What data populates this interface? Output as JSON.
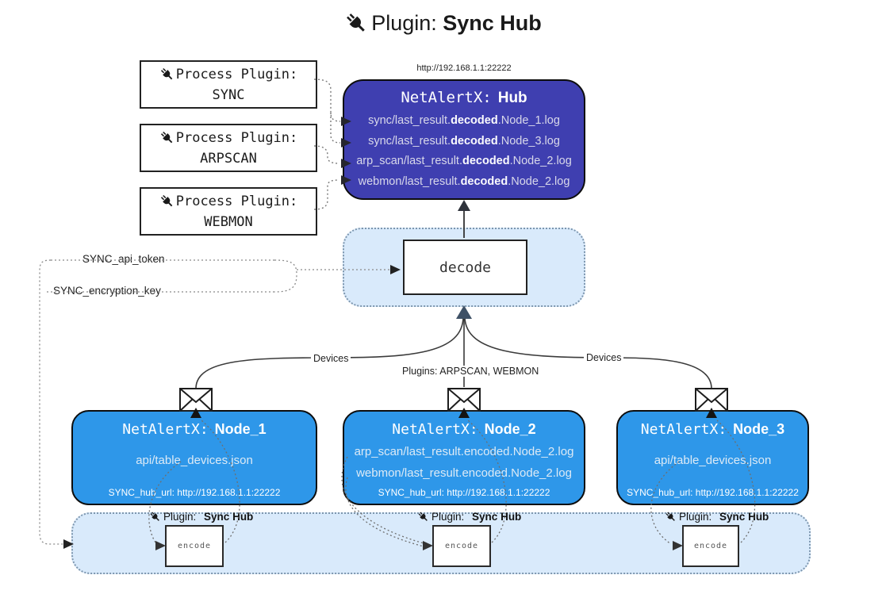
{
  "title": {
    "prefix": "Plugin:",
    "name": "Sync Hub"
  },
  "hub": {
    "url": "http://192.168.1.1:22222",
    "title_prefix": "NetAlertX:",
    "title_name": "Hub",
    "logs": [
      {
        "pre": "sync/last_result.",
        "bold": "decoded",
        "post": ".Node_1.log"
      },
      {
        "pre": "sync/last_result.",
        "bold": "decoded",
        "post": ".Node_3.log"
      },
      {
        "pre": "arp_scan/last_result.",
        "bold": "decoded",
        "post": ".Node_2.log"
      },
      {
        "pre": "webmon/last_result.",
        "bold": "decoded",
        "post": ".Node_2.log"
      }
    ]
  },
  "process_plugins": [
    {
      "label": "Process Plugin:",
      "name": "SYNC"
    },
    {
      "label": "Process Plugin:",
      "name": "ARPSCAN"
    },
    {
      "label": "Process Plugin:",
      "name": "WEBMON"
    }
  ],
  "decode": {
    "label": "decode"
  },
  "settings": {
    "api_token": "SYNC_api_token",
    "encryption_key": "SYNC_encryption_key"
  },
  "edge_labels": {
    "devices_left": "Devices",
    "devices_right": "Devices",
    "plugins_mid": "Plugins: ARPSCAN, WEBMON"
  },
  "nodes": [
    {
      "title_prefix": "NetAlertX:",
      "title_name": "Node_1",
      "files": [
        "api/table_devices.json"
      ],
      "hub_url": "SYNC_hub_url: http://192.168.1.1:22222"
    },
    {
      "title_prefix": "NetAlertX:",
      "title_name": "Node_2",
      "files": [
        "arp_scan/last_result.encoded.Node_2.log",
        "webmon/last_result.encoded.Node_2.log"
      ],
      "hub_url": "SYNC_hub_url: http://192.168.1.1:22222"
    },
    {
      "title_prefix": "NetAlertX:",
      "title_name": "Node_3",
      "files": [
        "api/table_devices.json"
      ],
      "hub_url": "SYNC_hub_url: http://192.168.1.1:22222"
    }
  ],
  "encoders": [
    {
      "label_prefix": "Plugin:",
      "label_name": "Sync Hub",
      "box_label": "encode"
    },
    {
      "label_prefix": "Plugin:",
      "label_name": "Sync Hub",
      "box_label": "encode"
    },
    {
      "label_prefix": "Plugin:",
      "label_name": "Sync Hub",
      "box_label": "encode"
    }
  ],
  "icons": {
    "plug": "plug-icon",
    "envelope": "envelope-icon"
  },
  "colors": {
    "hub_fill": "#3f3fb0",
    "node_fill": "#2e97e9",
    "container_fill": "#d9eafb",
    "container_border": "#7d96ae",
    "arrow_dark": "#3f5166",
    "line": "#3b3b3b"
  }
}
